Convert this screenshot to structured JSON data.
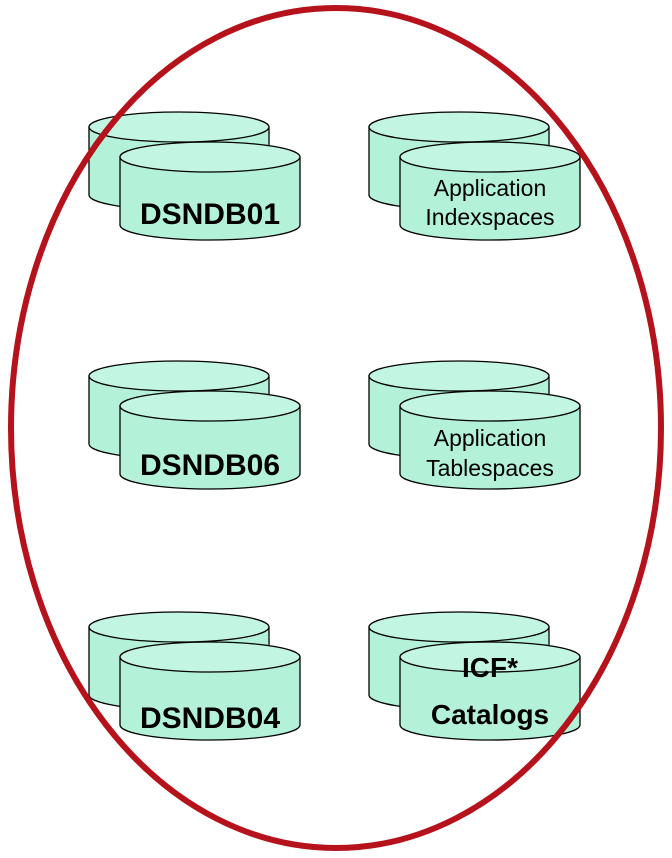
{
  "colors": {
    "cylinder_fill": "#b3f2d8",
    "cylinder_top_fill": "#c3f6e2",
    "outline": "#000000",
    "ellipse_stroke": "#b5121b"
  },
  "boundary": {
    "shape": "ellipse",
    "icon": "grouping-ellipse"
  },
  "volumes": [
    {
      "id": "dsndb01",
      "lines": [
        "DSNDB01"
      ]
    },
    {
      "id": "app-indexspaces",
      "lines": [
        "Application",
        "Indexspaces"
      ]
    },
    {
      "id": "dsndb06",
      "lines": [
        "DSNDB06"
      ]
    },
    {
      "id": "app-tablespaces",
      "lines": [
        "Application",
        "Tablespaces"
      ]
    },
    {
      "id": "dsndb04",
      "lines": [
        "DSNDB04"
      ]
    },
    {
      "id": "icf-catalogs",
      "lines": [
        "ICF*",
        "Catalogs"
      ]
    }
  ]
}
